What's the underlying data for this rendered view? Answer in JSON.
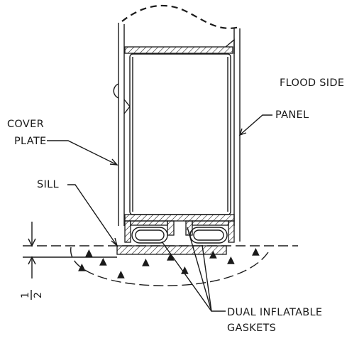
{
  "labels": {
    "flood_side": "FLOOD SIDE",
    "cover_plate_line1": "COVER",
    "cover_plate_line2": "PLATE",
    "panel": "PANEL",
    "sill": "SILL",
    "gaskets_line1": "DUAL INFLATABLE",
    "gaskets_line2": "GASKETS",
    "dimension_numerator": "1",
    "dimension_denominator": "2"
  }
}
